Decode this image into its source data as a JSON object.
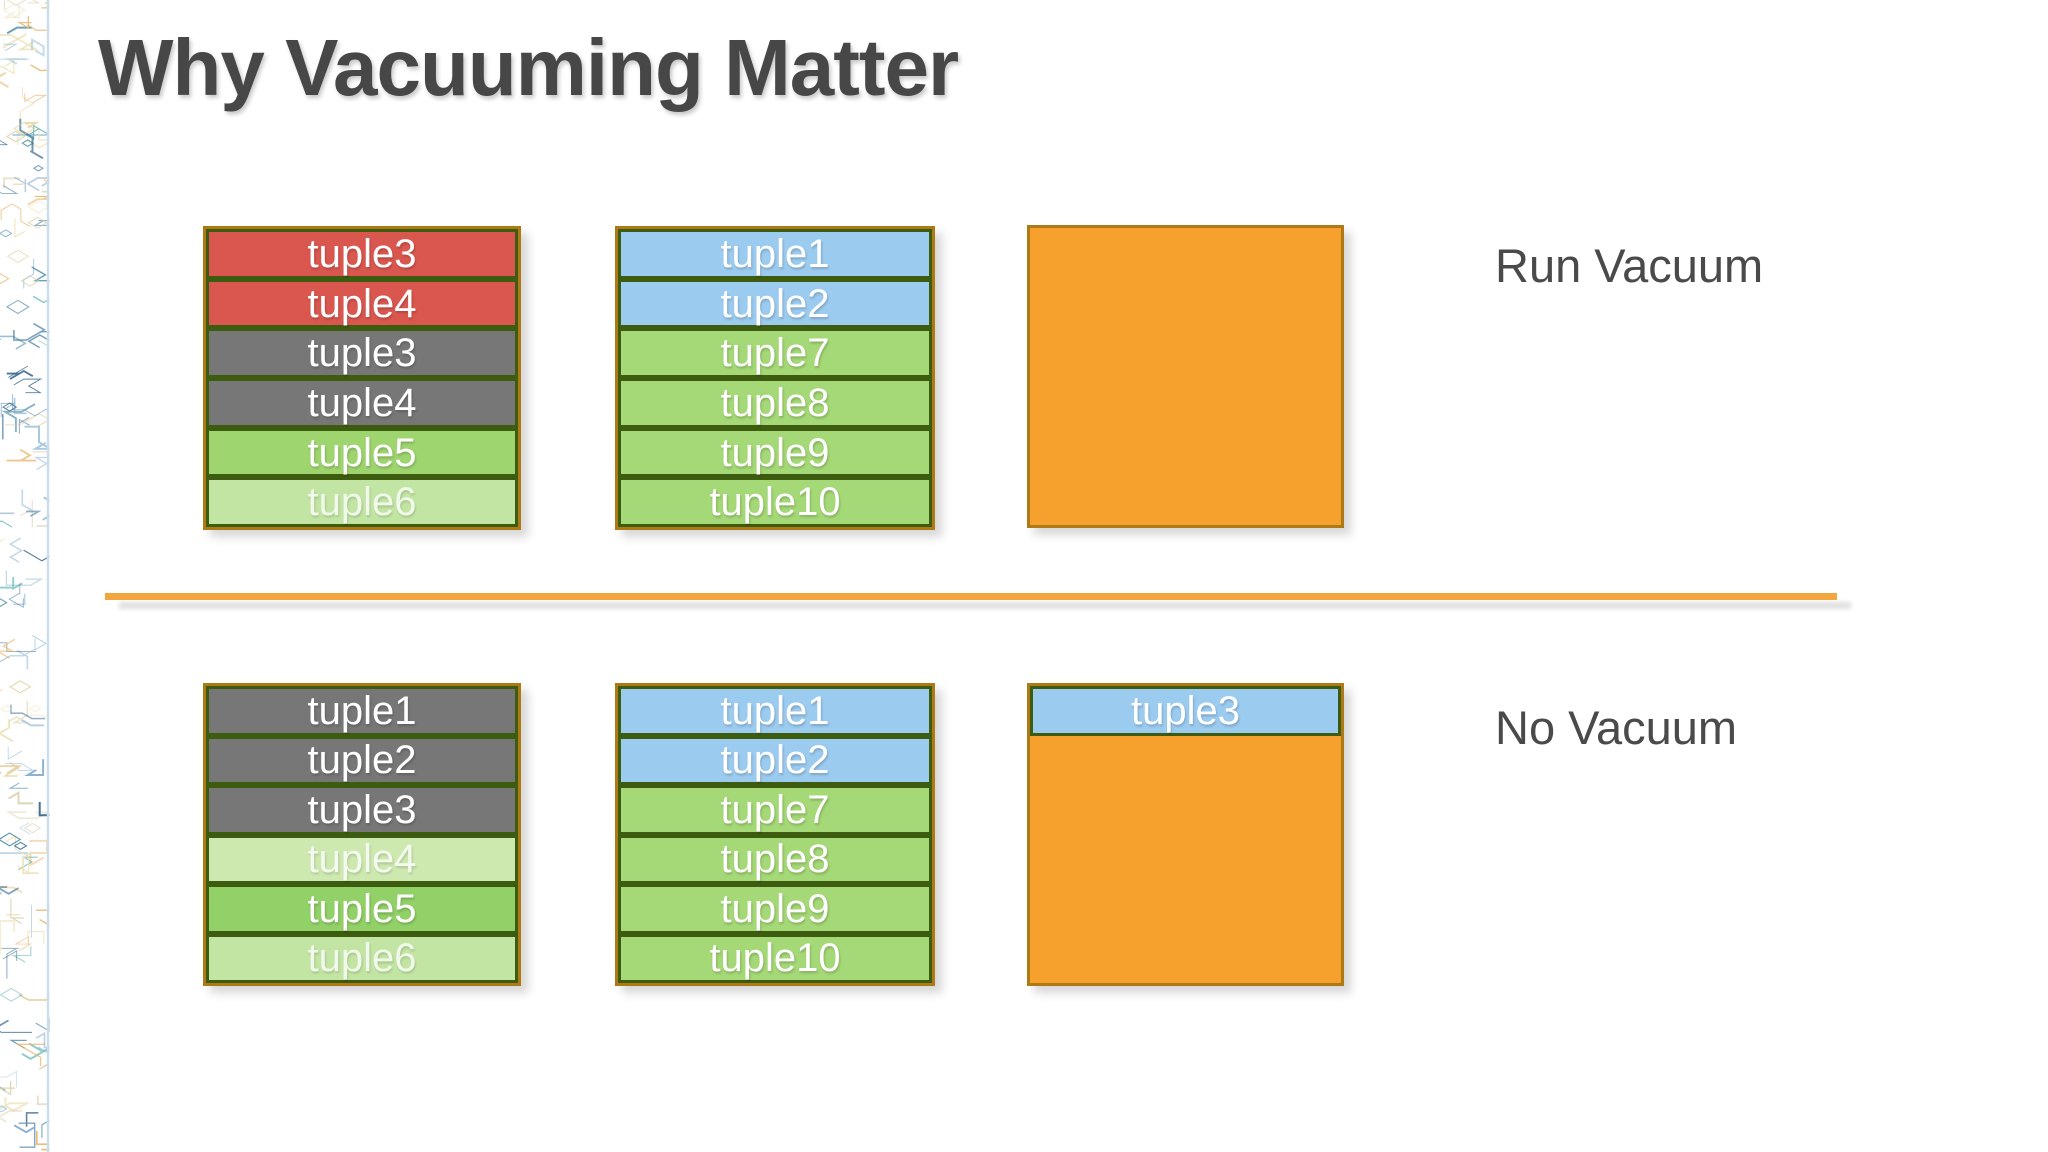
{
  "title": "Why Vacuuming Matter",
  "colors": {
    "red": "#DA574F",
    "gray": "#777777",
    "green_top": "#9FD56F",
    "green_mid": "#A5D876",
    "green2": "#92D168",
    "pale_green": "#C3E5A4",
    "pale_green2": "#CDE9B0",
    "blue": "#9CCBF0",
    "orange_fill": "#F6A02D",
    "orange_border": "#AD7A16",
    "row_border": "#3E5C10",
    "divider": "#F2A73E",
    "title_text": "#474747",
    "label_text": "#4A4A4A",
    "tuple_text": "#FFFFFF"
  },
  "sections": {
    "run_vacuum": {
      "label": "Run Vacuum",
      "page1": {
        "rows": [
          {
            "label": "tuple3",
            "color": "red"
          },
          {
            "label": "tuple4",
            "color": "red"
          },
          {
            "label": "tuple3",
            "color": "gray"
          },
          {
            "label": "tuple4",
            "color": "gray"
          },
          {
            "label": "tuple5",
            "color": "green_top"
          },
          {
            "label": "tuple6",
            "color": "pale_green",
            "muted": true
          }
        ]
      },
      "page2": {
        "rows": [
          {
            "label": "tuple1",
            "color": "blue"
          },
          {
            "label": "tuple2",
            "color": "blue"
          },
          {
            "label": "tuple7",
            "color": "green_mid"
          },
          {
            "label": "tuple8",
            "color": "green_mid"
          },
          {
            "label": "tuple9",
            "color": "green_mid"
          },
          {
            "label": "tuple10",
            "color": "green_mid"
          }
        ]
      },
      "page3": {
        "fill": "orange_fill",
        "rows": []
      }
    },
    "no_vacuum": {
      "label": "No Vacuum",
      "page1": {
        "rows": [
          {
            "label": "tuple1",
            "color": "gray"
          },
          {
            "label": "tuple2",
            "color": "gray"
          },
          {
            "label": "tuple3",
            "color": "gray"
          },
          {
            "label": "tuple4",
            "color": "pale_green2",
            "muted": true
          },
          {
            "label": "tuple5",
            "color": "green2"
          },
          {
            "label": "tuple6",
            "color": "pale_green",
            "muted": true
          }
        ]
      },
      "page2": {
        "rows": [
          {
            "label": "tuple1",
            "color": "blue"
          },
          {
            "label": "tuple2",
            "color": "blue"
          },
          {
            "label": "tuple7",
            "color": "green_mid"
          },
          {
            "label": "tuple8",
            "color": "green_mid"
          },
          {
            "label": "tuple9",
            "color": "green_mid"
          },
          {
            "label": "tuple10",
            "color": "green_mid"
          }
        ]
      },
      "page3": {
        "fill": "orange_fill",
        "variant": "partial",
        "rows": [
          {
            "label": "tuple3",
            "color": "blue"
          }
        ]
      }
    }
  }
}
